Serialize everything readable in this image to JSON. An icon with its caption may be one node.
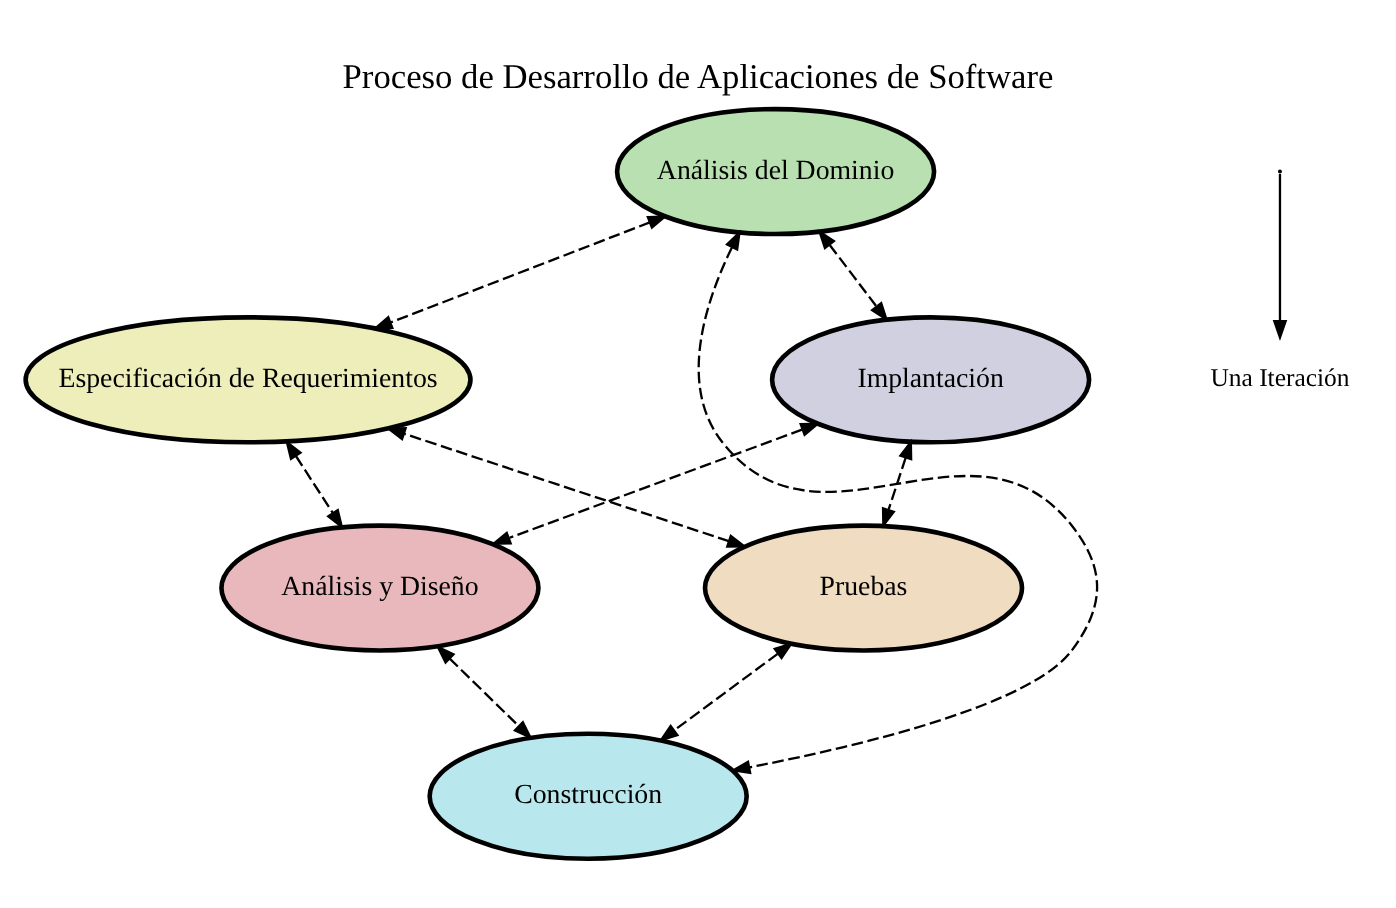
{
  "diagram": {
    "title": "Proceso de Desarrollo de Aplicaciones de Software",
    "nodes": [
      {
        "text": [
          "Análisis del Dominio"
        ]
      },
      {
        "text": [
          "Especificación de Requerimientos"
        ]
      },
      {
        "text": [
          "Análisis y Diseño"
        ]
      },
      {
        "text": [
          "Construcción"
        ]
      },
      {
        "text": [
          "Pruebas"
        ]
      },
      {
        "text": [
          "Implantación"
        ]
      },
      {
        "text": [
          "Una Iteración"
        ]
      }
    ],
    "edges": [
      {
        "from": 0,
        "to": 1,
        "arrow": "both",
        "style": "dashed"
      },
      {
        "from": 1,
        "to": 2,
        "arrow": "both",
        "style": "dashed"
      },
      {
        "from": 2,
        "to": 3,
        "arrow": "both",
        "style": "dashed"
      },
      {
        "from": 3,
        "to": 4,
        "arrow": "both",
        "style": "dashed"
      },
      {
        "from": 4,
        "to": 5,
        "arrow": "both",
        "style": "dashed"
      },
      {
        "from": 5,
        "to": 0,
        "arrow": "both",
        "style": "dashed"
      },
      {
        "from": 0,
        "to": 3,
        "arrow": "both",
        "style": "dashed"
      },
      {
        "from": 5,
        "to": 2,
        "arrow": "both",
        "style": "dashed"
      },
      {
        "from": 4,
        "to": 1,
        "arrow": "both",
        "style": "dashed"
      },
      {
        "from": null,
        "to": 6,
        "arrow": "to"
      }
    ]
  }
}
